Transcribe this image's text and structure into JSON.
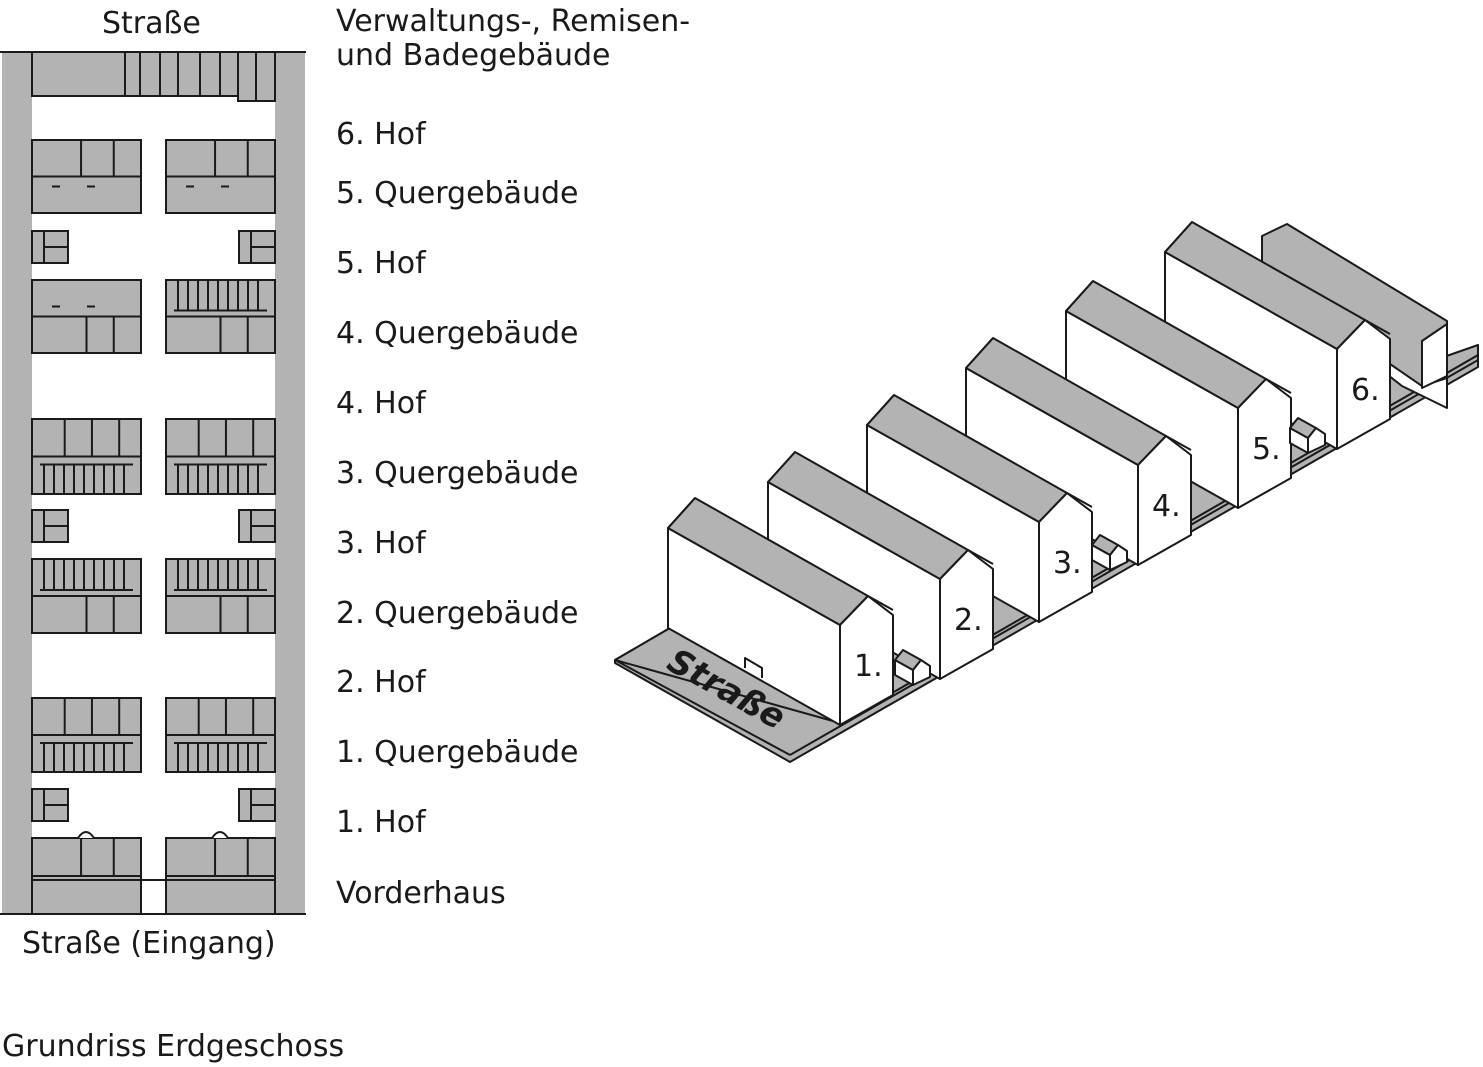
{
  "plan": {
    "street_top": "Straße",
    "street_bottom": "Straße (Eingang)",
    "caption": "Grundriss Erdgeschoss"
  },
  "section_labels": [
    {
      "id": "verwaltung",
      "lines": [
        "Verwaltungs-, Remisen-",
        "und Badegebäude"
      ]
    },
    {
      "id": "hof6",
      "lines": [
        "6. Hof"
      ]
    },
    {
      "id": "quer5",
      "lines": [
        "5. Quergebäude"
      ]
    },
    {
      "id": "hof5",
      "lines": [
        "5. Hof"
      ]
    },
    {
      "id": "quer4",
      "lines": [
        "4. Quergebäude"
      ]
    },
    {
      "id": "hof4",
      "lines": [
        "4. Hof"
      ]
    },
    {
      "id": "quer3",
      "lines": [
        "3. Quergebäude"
      ]
    },
    {
      "id": "hof3",
      "lines": [
        "3. Hof"
      ]
    },
    {
      "id": "quer2",
      "lines": [
        "2. Quergebäude"
      ]
    },
    {
      "id": "hof2",
      "lines": [
        "2. Hof"
      ]
    },
    {
      "id": "quer1",
      "lines": [
        "1. Quergebäude"
      ]
    },
    {
      "id": "hof1",
      "lines": [
        "1. Hof"
      ]
    },
    {
      "id": "vorderhaus",
      "lines": [
        "Vorderhaus"
      ]
    }
  ],
  "iso": {
    "street_label": "Straße",
    "building_numbers": [
      "1.",
      "2.",
      "3.",
      "4.",
      "5.",
      "6."
    ]
  },
  "colors": {
    "fill": "#b3b3b3",
    "stroke": "#1a1a1a",
    "background": "#ffffff"
  }
}
